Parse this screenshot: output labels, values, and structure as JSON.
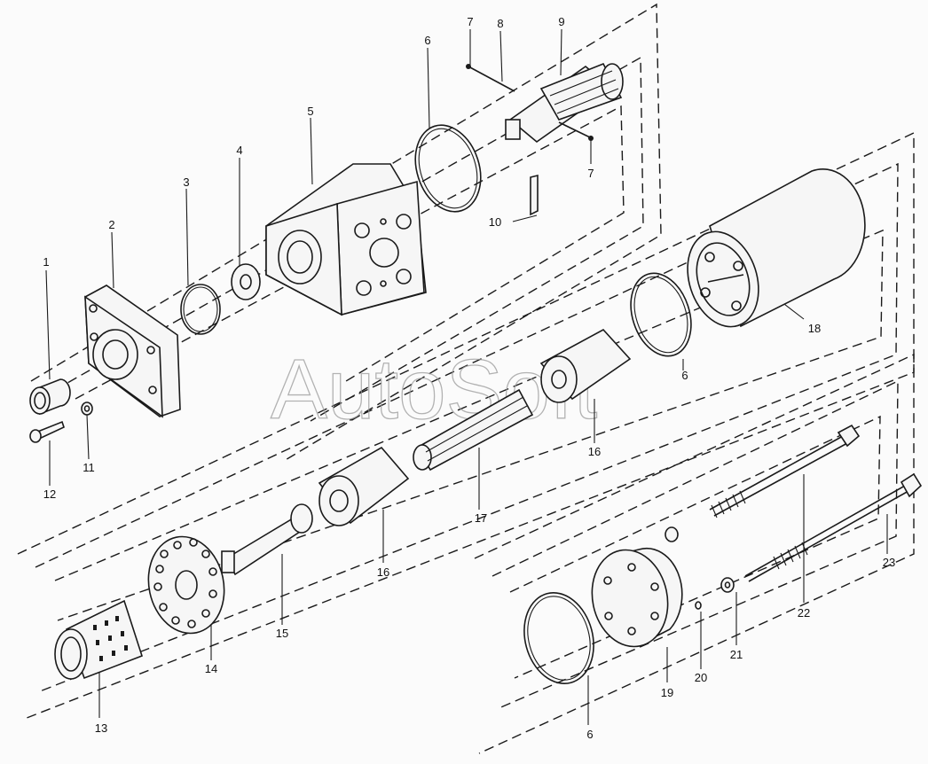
{
  "watermark": "AutoSoft",
  "callouts": [
    {
      "id": "c1",
      "text": "1"
    },
    {
      "id": "c2",
      "text": "2"
    },
    {
      "id": "c3",
      "text": "3"
    },
    {
      "id": "c4",
      "text": "4"
    },
    {
      "id": "c5",
      "text": "5"
    },
    {
      "id": "c6a",
      "text": "6"
    },
    {
      "id": "c7a",
      "text": "7"
    },
    {
      "id": "c8",
      "text": "8"
    },
    {
      "id": "c9",
      "text": "9"
    },
    {
      "id": "c7b",
      "text": "7"
    },
    {
      "id": "c10",
      "text": "10"
    },
    {
      "id": "c11",
      "text": "11"
    },
    {
      "id": "c12",
      "text": "12"
    },
    {
      "id": "c18",
      "text": "18"
    },
    {
      "id": "c6b",
      "text": "6"
    },
    {
      "id": "c16a",
      "text": "16"
    },
    {
      "id": "c17",
      "text": "17"
    },
    {
      "id": "c16b",
      "text": "16"
    },
    {
      "id": "c15",
      "text": "15"
    },
    {
      "id": "c14",
      "text": "14"
    },
    {
      "id": "c13",
      "text": "13"
    },
    {
      "id": "c22",
      "text": "22"
    },
    {
      "id": "c23",
      "text": "23"
    },
    {
      "id": "c21",
      "text": "21"
    },
    {
      "id": "c20",
      "text": "20"
    },
    {
      "id": "c19",
      "text": "19"
    },
    {
      "id": "c6c",
      "text": "6"
    }
  ]
}
